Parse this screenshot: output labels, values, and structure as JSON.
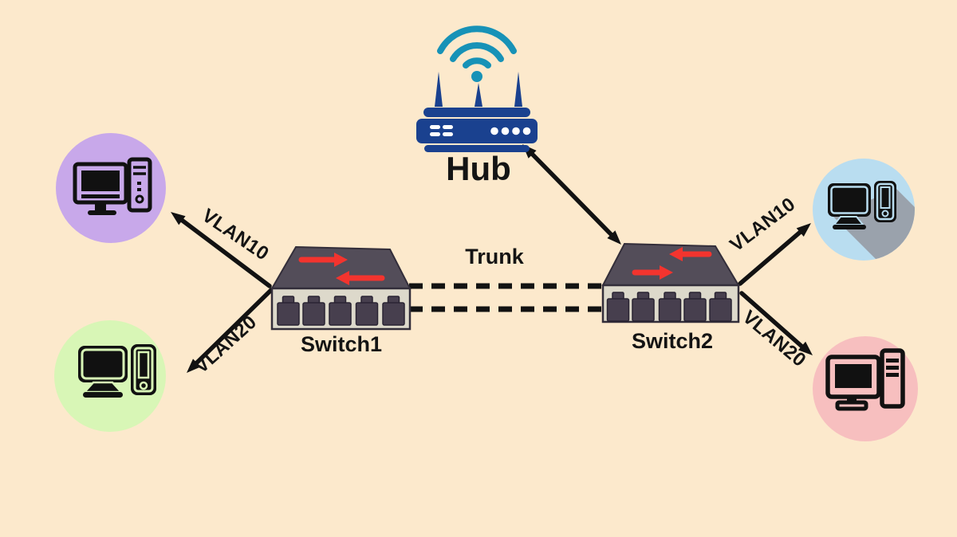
{
  "colors": {
    "background": "#FCE9CC",
    "line": "#121212",
    "red_arrow": "#F3342E",
    "hub_blue": "#1A418F",
    "wifi_teal": "#1792B7",
    "switch_top": "#534D59",
    "switch_front": "#DDD9CB",
    "switch_port": "#473F4E",
    "shadow_gray": "#9AA2AC"
  },
  "hub": {
    "label": "Hub",
    "icon": "wireless-router-icon"
  },
  "switches": {
    "switch1": {
      "label": "Switch1",
      "icon": "ethernet-switch-icon"
    },
    "switch2": {
      "label": "Switch2",
      "icon": "ethernet-switch-icon"
    }
  },
  "links": {
    "trunk": {
      "label": "Trunk",
      "style": "dashed-double-line"
    },
    "left_vlan10": {
      "label": "VLAN10"
    },
    "left_vlan20": {
      "label": "VLAN20"
    },
    "right_vlan10": {
      "label": "VLAN10"
    },
    "right_vlan20": {
      "label": "VLAN20"
    }
  },
  "hosts": {
    "top_left": {
      "icon": "desktop-computer-icon",
      "circle_color": "#C8A8EA"
    },
    "bottom_left": {
      "icon": "desktop-computer-icon",
      "circle_color": "#D8F6B6"
    },
    "top_right": {
      "icon": "desktop-computer-icon",
      "circle_color": "#B9DDF0"
    },
    "bottom_right": {
      "icon": "desktop-computer-icon",
      "circle_color": "#F7BFBF"
    }
  }
}
